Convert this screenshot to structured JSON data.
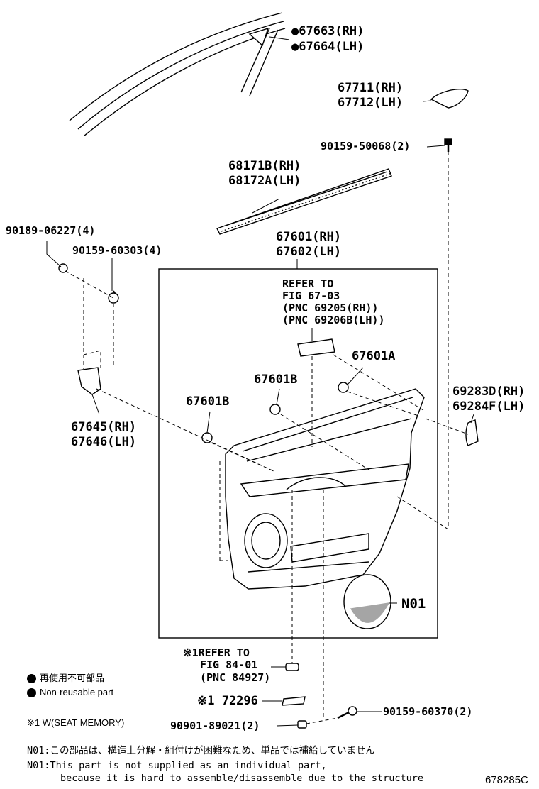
{
  "parts": {
    "p67663": "●67663(RH)",
    "p67664": "●67664(LH)",
    "p67711": "67711(RH)",
    "p67712": "67712(LH)",
    "p90159_50068": "90159-50068(2)",
    "p68171B": "68171B(RH)",
    "p68172A": "68172A(LH)",
    "p90189": "90189-06227(4)",
    "p90159_60303": "90159-60303(4)",
    "p67601": "67601(RH)",
    "p67602": "67602(LH)",
    "ref_line1": "REFER TO",
    "ref_line2": "FIG 67-03",
    "ref_line3": "(PNC 69205(RH))",
    "ref_line4": "(PNC 69206B(LH))",
    "p67601A": "67601A",
    "p67601B_a": "67601B",
    "p67601B_b": "67601B",
    "p69283D": "69283D(RH)",
    "p69284F": "69284F(LH)",
    "p67645": "67645(RH)",
    "p67646": "67646(LH)",
    "N01": "N01",
    "ref2_line1": "※1REFER TO",
    "ref2_line2": "FIG 84-01",
    "ref2_line3": "(PNC 84927)",
    "p72296": "※1 72296",
    "p90159_60370": "90159-60370(2)",
    "p90901": "90901-89021(2)"
  },
  "legend": {
    "jp": "再使用不可部品",
    "en": "Non-reusable part",
    "note1": "※1 W(SEAT MEMORY)"
  },
  "notes": {
    "n1": "N01:この部品は、構造上分解・組付けが困難なため、単品では補給していません",
    "n2": "N01:This part is not supplied as an individual part,",
    "n3": "because it is hard to assemble/disassemble due to the structure"
  },
  "figure_id": "678285C"
}
